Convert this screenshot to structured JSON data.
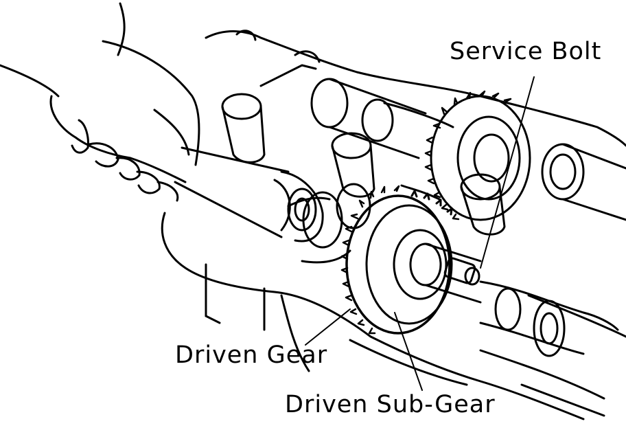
{
  "labels": {
    "service_bolt": "Service Bolt",
    "driven_gear": "Driven Gear",
    "driven_sub_gear": "Driven Sub-Gear"
  },
  "style": {
    "ink": "#000000",
    "paper": "#ffffff"
  }
}
